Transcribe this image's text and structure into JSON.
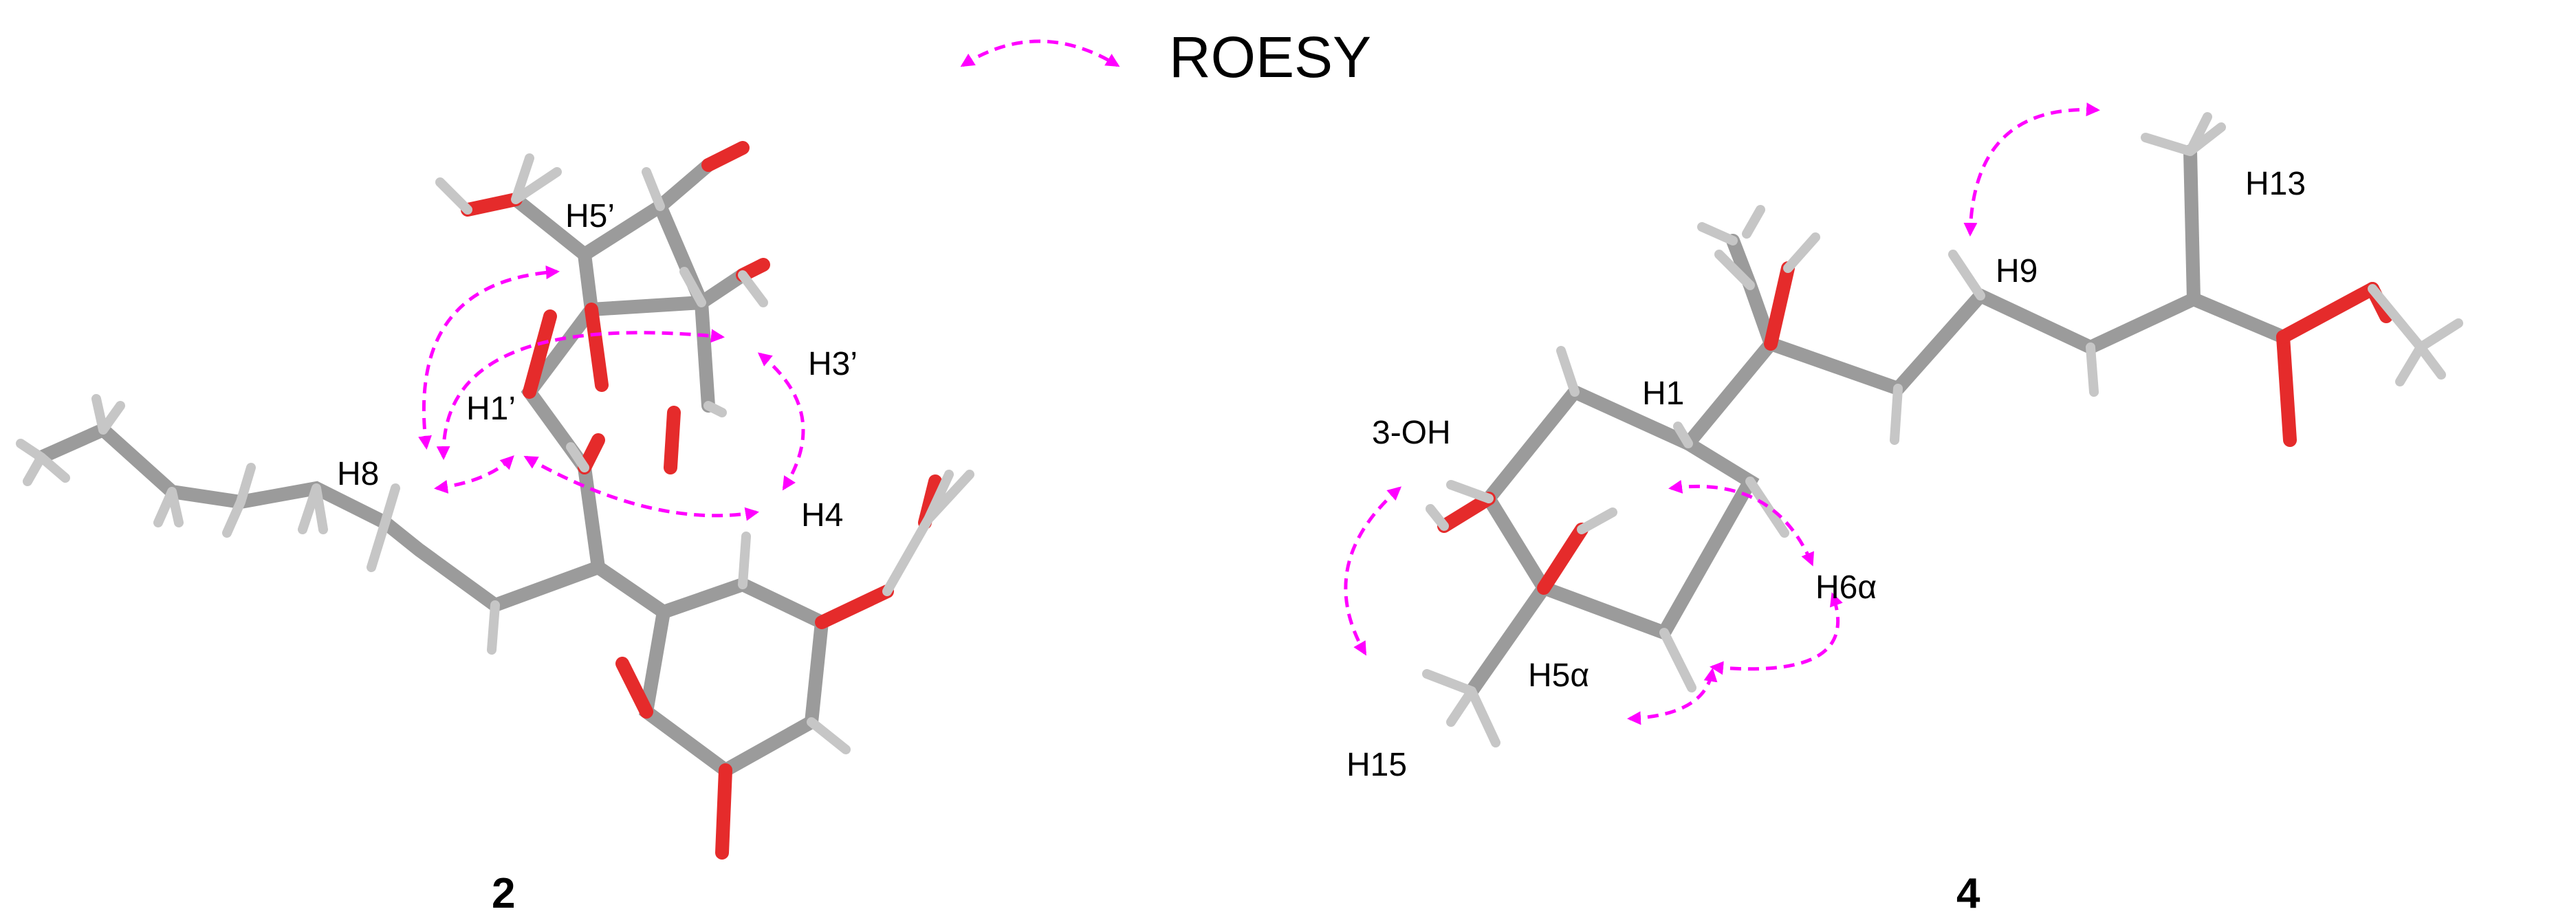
{
  "legend": {
    "label": "ROESY",
    "arrow_color": "#ff00ff"
  },
  "compounds": [
    {
      "id": "2",
      "labels": [
        "H5’",
        "H3’",
        "H1’",
        "H8",
        "H4"
      ]
    },
    {
      "id": "4",
      "labels": [
        "H13",
        "H9",
        "H1",
        "3-OH",
        "H6α",
        "H5α",
        "H15"
      ]
    }
  ],
  "colors": {
    "carbon": "#9b9b9b",
    "oxygen": "#e52b2b",
    "hydrogen": "#c6c6c6",
    "correlation": "#ff00ff"
  }
}
